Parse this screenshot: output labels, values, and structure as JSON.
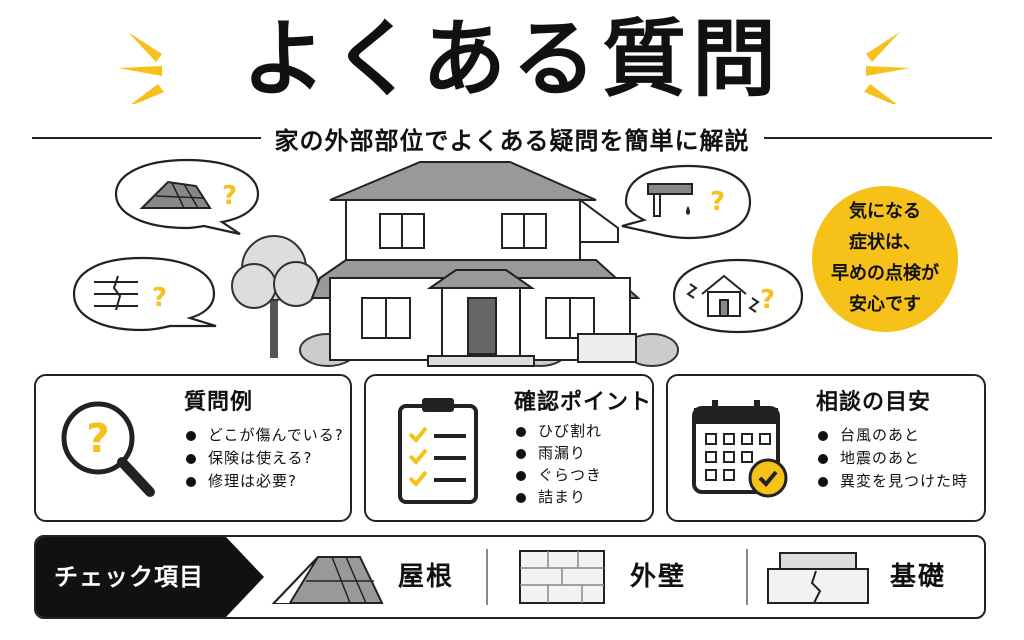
{
  "title": "よくある質問",
  "subtitle": "家の外部部位でよくある疑問を簡単に解説",
  "badge": {
    "lines": [
      "気になる",
      "症状は、",
      "早めの点検が",
      "安心です"
    ]
  },
  "bubbles": [
    {
      "icon": "roof-question-icon",
      "mark": "?"
    },
    {
      "icon": "wall-crack-question-icon",
      "mark": "?"
    },
    {
      "icon": "gutter-leak-question-icon",
      "mark": "?"
    },
    {
      "icon": "house-shake-question-icon",
      "mark": "?"
    }
  ],
  "cards": [
    {
      "title": "質問例",
      "icon": "magnifier-question-icon",
      "items": [
        "どこが傷んでいる?",
        "保険は使える?",
        "修理は必要?"
      ]
    },
    {
      "title": "確認ポイント",
      "icon": "clipboard-checklist-icon",
      "items": [
        "ひび割れ",
        "雨漏り",
        "ぐらつき",
        "詰まり"
      ]
    },
    {
      "title": "相談の目安",
      "icon": "calendar-check-icon",
      "items": [
        "台風のあと",
        "地震のあと",
        "異変を見つけた時"
      ]
    }
  ],
  "check": {
    "label": "チェック項目",
    "items": [
      {
        "label": "屋根",
        "icon": "roof-icon"
      },
      {
        "label": "外壁",
        "icon": "wall-icon"
      },
      {
        "label": "基礎",
        "icon": "foundation-icon"
      }
    ]
  },
  "colors": {
    "accent": "#f6c21a",
    "ink": "#111111"
  }
}
